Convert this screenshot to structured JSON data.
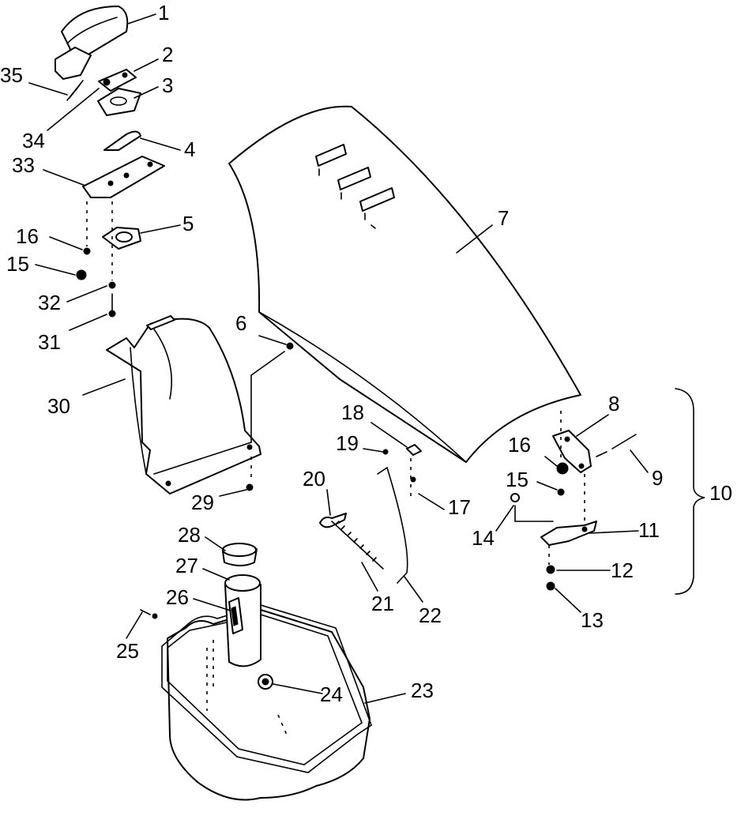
{
  "callouts": [
    {
      "id": "1",
      "label": "1"
    },
    {
      "id": "2",
      "label": "2"
    },
    {
      "id": "3",
      "label": "3"
    },
    {
      "id": "4",
      "label": "4"
    },
    {
      "id": "5",
      "label": "5"
    },
    {
      "id": "6",
      "label": "6"
    },
    {
      "id": "7",
      "label": "7"
    },
    {
      "id": "8",
      "label": "8"
    },
    {
      "id": "9",
      "label": "9"
    },
    {
      "id": "10",
      "label": "10"
    },
    {
      "id": "11",
      "label": "11"
    },
    {
      "id": "12",
      "label": "12"
    },
    {
      "id": "13",
      "label": "13"
    },
    {
      "id": "14",
      "label": "14"
    },
    {
      "id": "15a",
      "label": "15"
    },
    {
      "id": "15b",
      "label": "15"
    },
    {
      "id": "16a",
      "label": "16"
    },
    {
      "id": "16b",
      "label": "16"
    },
    {
      "id": "17",
      "label": "17"
    },
    {
      "id": "18",
      "label": "18"
    },
    {
      "id": "19",
      "label": "19"
    },
    {
      "id": "20",
      "label": "20"
    },
    {
      "id": "21",
      "label": "21"
    },
    {
      "id": "22",
      "label": "22"
    },
    {
      "id": "23",
      "label": "23"
    },
    {
      "id": "24",
      "label": "24"
    },
    {
      "id": "25",
      "label": "25"
    },
    {
      "id": "26",
      "label": "26"
    },
    {
      "id": "27",
      "label": "27"
    },
    {
      "id": "28",
      "label": "28"
    },
    {
      "id": "29",
      "label": "29"
    },
    {
      "id": "30",
      "label": "30"
    },
    {
      "id": "31",
      "label": "31"
    },
    {
      "id": "32",
      "label": "32"
    },
    {
      "id": "33",
      "label": "33"
    },
    {
      "id": "34",
      "label": "34"
    },
    {
      "id": "35",
      "label": "35"
    }
  ]
}
